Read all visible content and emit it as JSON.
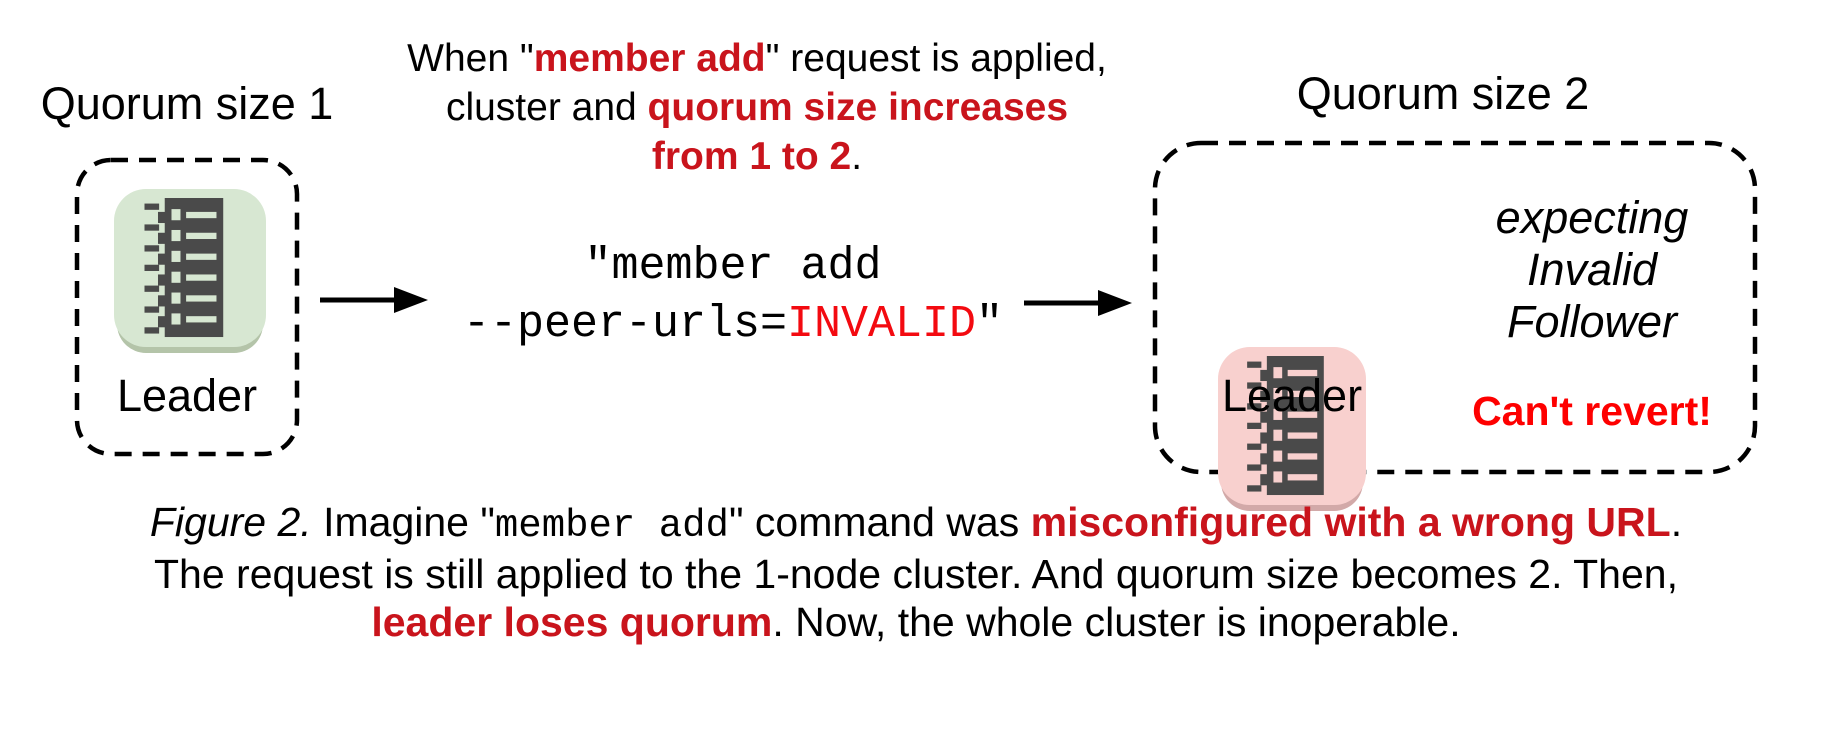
{
  "palette": {
    "crimson_bold_text": "#c9141c",
    "bright_red_warning": "#fe0000",
    "invalid_red": "#f30a10",
    "green_node_fill": "#d7e7d2",
    "green_node_shadow": "#b4c4a9",
    "pink_node_fill": "#f8d0ce",
    "pink_node_shadow": "#d2a9a8",
    "glyph_dark": "#4a4a4a",
    "border_black": "#000000"
  },
  "left_cluster": {
    "title": "Quorum size 1",
    "node_label": "Leader"
  },
  "annotation": {
    "l1a": "When \"",
    "l1_red": "member add",
    "l1b": "\" request is applied,",
    "l2a": "cluster and ",
    "l2_red": "quorum size increases",
    "l3_red": "from 1 to 2",
    "l3b": "."
  },
  "command": {
    "line1": "\"member add",
    "line2_prefix": "--peer-urls=",
    "line2_invalid": "INVALID",
    "line2_suffix": "\""
  },
  "right_cluster": {
    "title": "Quorum size 2",
    "node_label": "Leader",
    "expecting_line1": "expecting",
    "expecting_line2": "Invalid",
    "expecting_line3": "Follower",
    "warning": "Can't revert!"
  },
  "caption": {
    "fig_label": "Figure 2.",
    "l1a": " Imagine \"",
    "l1_code": "member add",
    "l1b": "\" command was ",
    "l1_red": "misconfigured with a wrong URL",
    "l1c": ".",
    "l2": "The request is still applied to the 1-node cluster. And quorum size becomes 2. Then,",
    "l3_red": "leader loses quorum",
    "l3b": ". Now, the whole cluster is inoperable."
  }
}
